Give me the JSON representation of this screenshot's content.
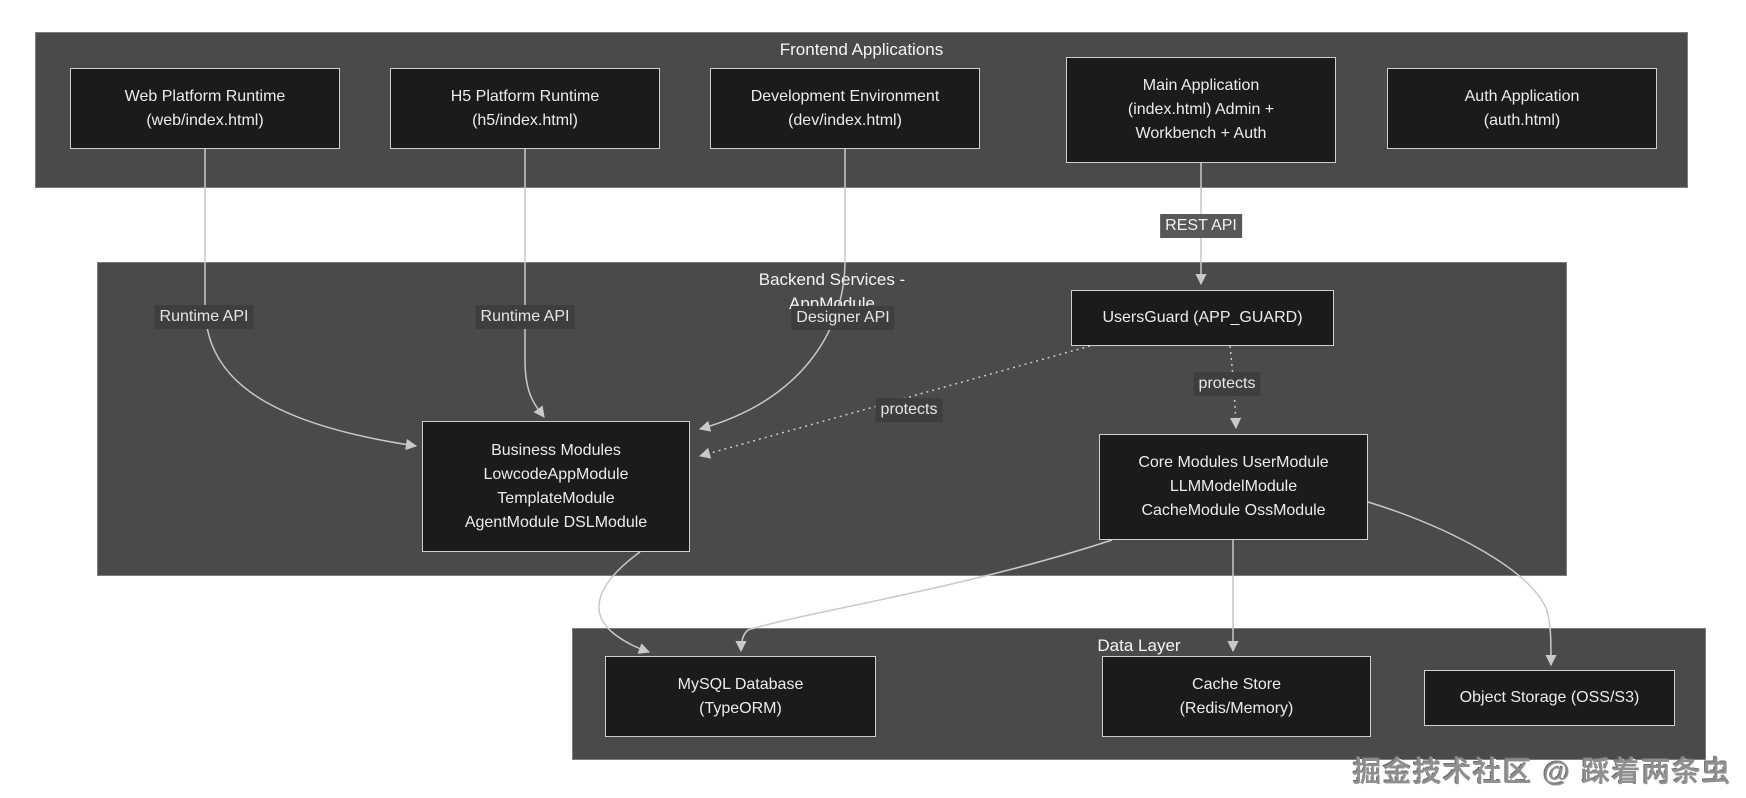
{
  "groups": {
    "frontend": {
      "title": "Frontend Applications"
    },
    "backend": {
      "title_line1": "Backend Services -",
      "title_line2": "AppModule"
    },
    "data": {
      "title": "Data Layer"
    }
  },
  "nodes": {
    "web": {
      "line1": "Web Platform Runtime",
      "line2": "(web/index.html)"
    },
    "h5": {
      "line1": "H5 Platform Runtime",
      "line2": "(h5/index.html)"
    },
    "dev": {
      "line1": "Development Environment",
      "line2": "(dev/index.html)"
    },
    "main": {
      "line1": "Main Application",
      "line2": "(index.html) Admin +",
      "line3": "Workbench + Auth"
    },
    "auth": {
      "line1": "Auth Application",
      "line2": "(auth.html)"
    },
    "usersguard": {
      "line1": "UsersGuard (APP_GUARD)"
    },
    "business": {
      "line1": "Business Modules",
      "line2": "LowcodeAppModule",
      "line3": "TemplateModule",
      "line4": "AgentModule DSLModule"
    },
    "core": {
      "line1": "Core Modules UserModule",
      "line2": "LLMModelModule",
      "line3": "CacheModule OssModule"
    },
    "mysql": {
      "line1": "MySQL Database",
      "line2": "(TypeORM)"
    },
    "cache": {
      "line1": "Cache Store",
      "line2": "(Redis/Memory)"
    },
    "oss": {
      "line1": "Object Storage (OSS/S3)"
    }
  },
  "edge_labels": {
    "runtime_api_web": "Runtime API",
    "runtime_api_h5": "Runtime API",
    "designer_api": "Designer API",
    "rest_api": "REST API",
    "protects_business": "protects",
    "protects_core": "protects"
  },
  "edges": [
    {
      "from": "web",
      "to": "business",
      "label": "Runtime API",
      "style": "solid"
    },
    {
      "from": "h5",
      "to": "business",
      "label": "Runtime API",
      "style": "solid"
    },
    {
      "from": "dev",
      "to": "business",
      "label": "Designer API",
      "style": "solid"
    },
    {
      "from": "main",
      "to": "usersguard",
      "label": "REST API",
      "style": "solid"
    },
    {
      "from": "usersguard",
      "to": "business",
      "label": "protects",
      "style": "dotted"
    },
    {
      "from": "usersguard",
      "to": "core",
      "label": "protects",
      "style": "dotted"
    },
    {
      "from": "business",
      "to": "mysql",
      "label": "",
      "style": "solid"
    },
    {
      "from": "core",
      "to": "mysql",
      "label": "",
      "style": "solid"
    },
    {
      "from": "core",
      "to": "cache",
      "label": "",
      "style": "solid"
    },
    {
      "from": "core",
      "to": "oss",
      "label": "",
      "style": "solid"
    }
  ],
  "watermark": "掘金技术社区 @ 踩着两条虫",
  "colors": {
    "page_bg": "#ffffff",
    "group_fill": "#4a4a4a",
    "node_fill": "#1b1b1b",
    "node_border": "#cfcfcf",
    "edge": "#c9c9c9",
    "node_text": "#ececec",
    "edge_label_bg": "#3e3e3e",
    "edge_label_bg_light": "#585858",
    "watermark_text": "#8f8f8f"
  }
}
